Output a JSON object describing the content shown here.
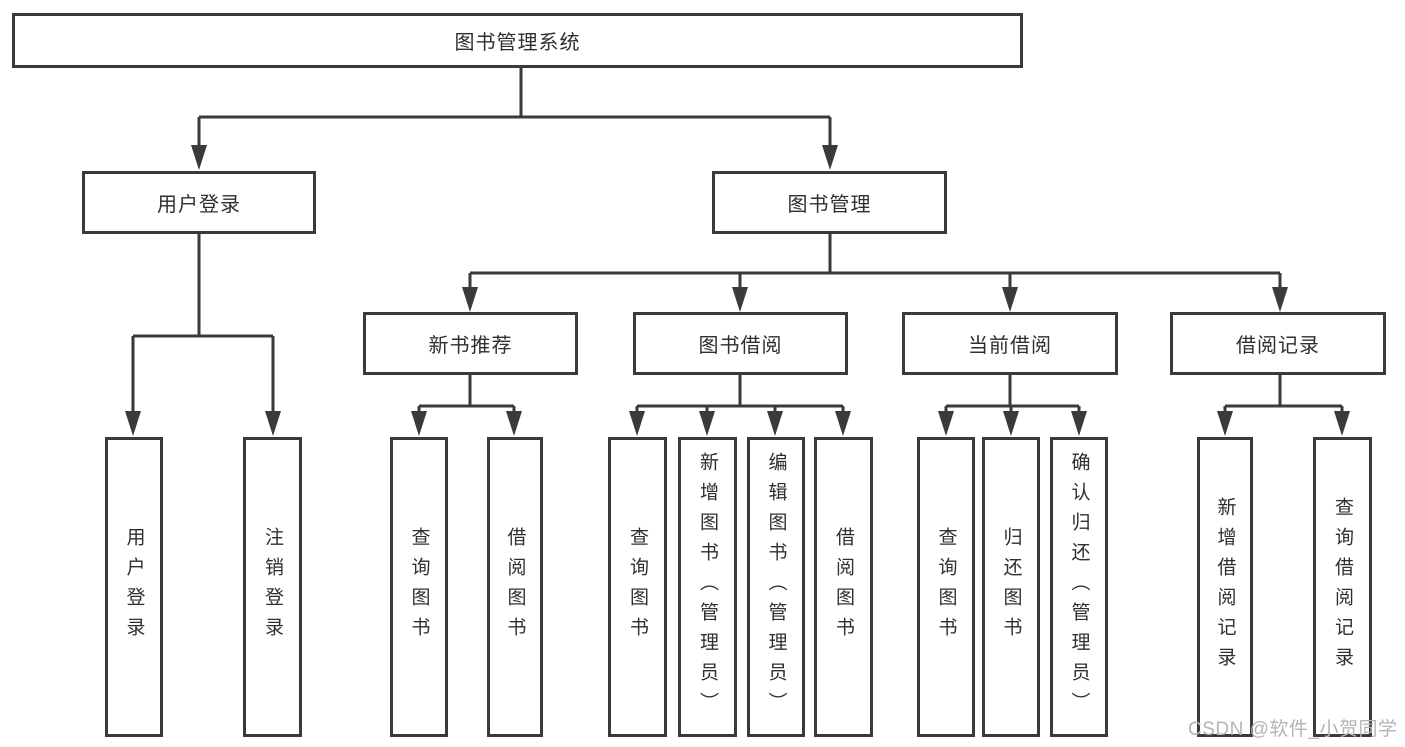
{
  "diagram": {
    "type": "hierarchy-tree",
    "root": {
      "label": "图书管理系统"
    },
    "branches": [
      {
        "label": "用户登录",
        "children": [
          {
            "label": "用户登录"
          },
          {
            "label": "注销登录"
          }
        ]
      },
      {
        "label": "图书管理",
        "children": [
          {
            "label": "新书推荐",
            "children": [
              {
                "label": "查询图书"
              },
              {
                "label": "借阅图书"
              }
            ]
          },
          {
            "label": "图书借阅",
            "children": [
              {
                "label": "查询图书"
              },
              {
                "label": "新增图书（管理员）"
              },
              {
                "label": "编辑图书（管理员）"
              },
              {
                "label": "借阅图书"
              }
            ]
          },
          {
            "label": "当前借阅",
            "children": [
              {
                "label": "查询图书"
              },
              {
                "label": "归还图书"
              },
              {
                "label": "确认归还（管理员）"
              }
            ]
          },
          {
            "label": "借阅记录",
            "children": [
              {
                "label": "新增借阅记录"
              },
              {
                "label": "查询借阅记录"
              }
            ]
          }
        ]
      }
    ]
  },
  "watermark": {
    "text": "CSDN @软件_小贺同学"
  },
  "colors": {
    "line": "#3a3a3a",
    "text": "#2f2f2f",
    "watermark": "#b4b4b4",
    "background": "#ffffff"
  }
}
